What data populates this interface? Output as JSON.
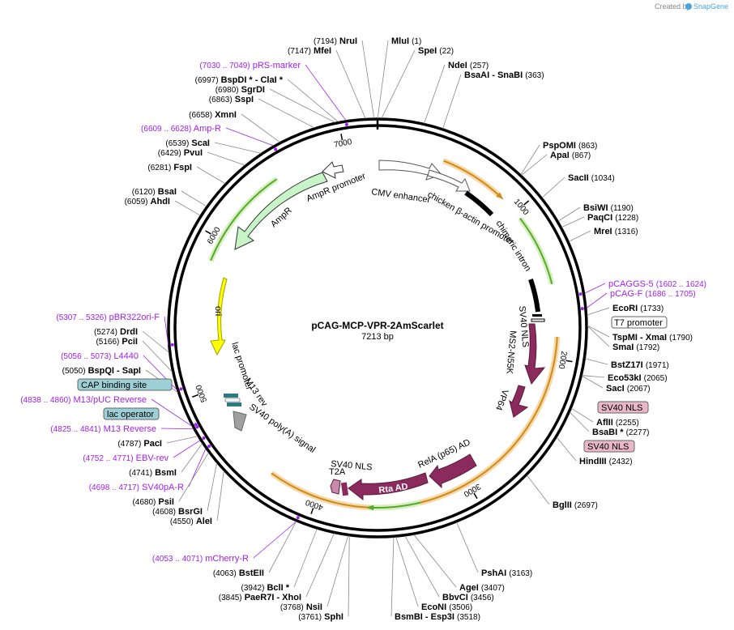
{
  "watermark": {
    "prefix": "Created by",
    "brand": "SnapGene"
  },
  "plasmid": {
    "name": "pCAG-MCP-VPR-2AmScarlet",
    "length": "7213 bp"
  },
  "ticks": [
    {
      "label": "1000"
    },
    {
      "label": "2000"
    },
    {
      "label": "3000"
    },
    {
      "label": "4000"
    },
    {
      "label": "5000"
    },
    {
      "label": "6000"
    },
    {
      "label": "7000"
    }
  ],
  "sites": [
    {
      "name": "NruI",
      "pos": "(7194)"
    },
    {
      "name": "MluI",
      "pos": "(1)"
    },
    {
      "name": "MfeI",
      "pos": "(7147)"
    },
    {
      "name": "SpeI",
      "pos": "(22)"
    },
    {
      "name": "pRS-marker",
      "pos": "(7030 .. 7049)"
    },
    {
      "name": "NdeI",
      "pos": "(257)"
    },
    {
      "name": "BspDI * - ClaI *",
      "pos": "(6997)"
    },
    {
      "name": "BsaAI  - SnaBI",
      "pos": "(363)"
    },
    {
      "name": "SgrDI",
      "pos": "(6980)"
    },
    {
      "name": "SspI",
      "pos": "(6863)"
    },
    {
      "name": "XmnI",
      "pos": "(6658)"
    },
    {
      "name": "Amp-R",
      "pos": "(6609 .. 6628)"
    },
    {
      "name": "ScaI",
      "pos": "(6539)"
    },
    {
      "name": "PvuI",
      "pos": "(6429)"
    },
    {
      "name": "FspI",
      "pos": "(6281)"
    },
    {
      "name": "BsaI",
      "pos": "(6120)"
    },
    {
      "name": "AhdI",
      "pos": "(6059)"
    },
    {
      "name": "PspOMI",
      "pos": "(863)"
    },
    {
      "name": "ApaI",
      "pos": "(867)"
    },
    {
      "name": "SacII",
      "pos": "(1034)"
    },
    {
      "name": "BsiWI",
      "pos": "(1190)"
    },
    {
      "name": "PaqCI",
      "pos": "(1228)"
    },
    {
      "name": "MreI",
      "pos": "(1316)"
    },
    {
      "name": "pCAGGS-5",
      "pos": "(1602 .. 1624)"
    },
    {
      "name": "pCAG-F",
      "pos": "(1686 .. 1705)"
    },
    {
      "name": "EcoRI",
      "pos": "(1733)"
    },
    {
      "name": "TspMI  - XmaI",
      "pos": "(1790)"
    },
    {
      "name": "SmaI",
      "pos": "(1792)"
    },
    {
      "name": "BstZ17I",
      "pos": "(1971)"
    },
    {
      "name": "Eco53kI",
      "pos": "(2065)"
    },
    {
      "name": "SacI",
      "pos": "(2067)"
    },
    {
      "name": "AflII",
      "pos": "(2255)"
    },
    {
      "name": "BsaBI *",
      "pos": "(2277)"
    },
    {
      "name": "HindIII",
      "pos": "(2432)"
    },
    {
      "name": "BglII",
      "pos": "(2697)"
    },
    {
      "name": "pBR322ori-F",
      "pos": "(5307 .. 5326)"
    },
    {
      "name": "DrdI",
      "pos": "(5274)"
    },
    {
      "name": "PciI",
      "pos": "(5166)"
    },
    {
      "name": "L4440",
      "pos": "(5056 .. 5073)"
    },
    {
      "name": "BspQI  - SapI",
      "pos": "(5050)"
    },
    {
      "name": "M13/pUC Reverse",
      "pos": "(4838 .. 4860)"
    },
    {
      "name": "M13 Reverse",
      "pos": "(4825 .. 4841)"
    },
    {
      "name": "PacI",
      "pos": "(4787)"
    },
    {
      "name": "EBV-rev",
      "pos": "(4752 .. 4771)"
    },
    {
      "name": "BsmI",
      "pos": "(4741)"
    },
    {
      "name": "SV40pA-R",
      "pos": "(4698 .. 4717)"
    },
    {
      "name": "PsiI",
      "pos": "(4680)"
    },
    {
      "name": "BsrGI",
      "pos": "(4608)"
    },
    {
      "name": "AleI",
      "pos": "(4550)"
    },
    {
      "name": "mCherry-R",
      "pos": "(4053 .. 4071)"
    },
    {
      "name": "BstEII",
      "pos": "(4063)"
    },
    {
      "name": "BclI *",
      "pos": "(3942)"
    },
    {
      "name": "PaeR7I  - XhoI",
      "pos": "(3845)"
    },
    {
      "name": "NsiI",
      "pos": "(3768)"
    },
    {
      "name": "SphI",
      "pos": "(3761)"
    },
    {
      "name": "BsmBI  - Esp3I",
      "pos": "(3518)"
    },
    {
      "name": "EcoNI",
      "pos": "(3506)"
    },
    {
      "name": "BbvCI",
      "pos": "(3456)"
    },
    {
      "name": "AgeI",
      "pos": "(3407)"
    },
    {
      "name": "PshAI",
      "pos": "(3163)"
    }
  ],
  "boxed_features": [
    {
      "label": "T7 promoter"
    },
    {
      "label": "SV40 NLS"
    },
    {
      "label": "SV40 NLS"
    },
    {
      "label": "CAP binding site"
    },
    {
      "label": "lac operator"
    }
  ],
  "features": [
    {
      "label": "CMV enhancer"
    },
    {
      "label": "chicken β-actin promoter"
    },
    {
      "label": "chimeric intron"
    },
    {
      "label": "SV40 NLS"
    },
    {
      "label": "MS2-N55K"
    },
    {
      "label": "VP64"
    },
    {
      "label": "RelA (p65) AD"
    },
    {
      "label": "Rta AD"
    },
    {
      "label": "SV40 NLS"
    },
    {
      "label": "T2A"
    },
    {
      "label": "SV40 poly(A) signal"
    },
    {
      "label": "M13 rev"
    },
    {
      "label": "lac promoter"
    },
    {
      "label": "ori"
    },
    {
      "label": "AmpR"
    },
    {
      "label": "AmpR promoter"
    }
  ],
  "colors": {
    "ring": "#000000",
    "protein": "#8b2a5c",
    "amp": "#c8f5c8",
    "ori": "#ffff00",
    "primer": "#a020f0",
    "orange_arc": "#d08a1a",
    "green_arc": "#58a82a",
    "box_blue": "#9ccfd6",
    "box_pink": "#e8b8c8",
    "polyA": "#a0a0a0"
  }
}
